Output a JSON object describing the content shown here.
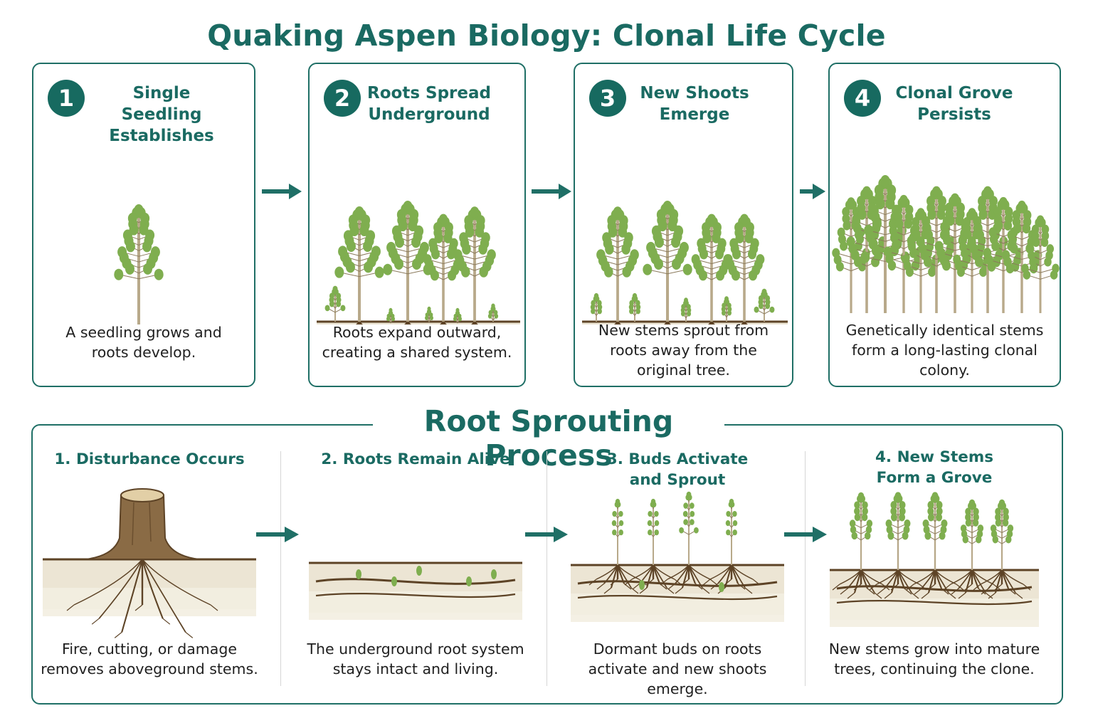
{
  "title": "Quaking Aspen Biology: Clonal Life Cycle",
  "colors": {
    "accent": "#1a6a62",
    "leaf": "#7fae4f",
    "root": "#5d4326",
    "soil": "#e6dcc6"
  },
  "stages": [
    {
      "number": "1",
      "title": "Single Seedling\nEstablishes",
      "description": "A seedling grows and\nroots develop."
    },
    {
      "number": "2",
      "title": "Roots Spread\nUnderground",
      "description": "Roots expand outward,\ncreating a shared system."
    },
    {
      "number": "3",
      "title": "New Shoots\nEmerge",
      "description": "New stems sprout from\nroots away from the\noriginal tree."
    },
    {
      "number": "4",
      "title": "Clonal Grove\nPersists",
      "description": "Genetically identical stems\nform a long-lasting clonal\ncolony."
    }
  ],
  "process": {
    "title": "Root Sprouting Process",
    "steps": [
      {
        "title": "1. Disturbance Occurs",
        "description": "Fire, cutting, or damage\nremoves aboveground stems."
      },
      {
        "title": "2. Roots Remain Alive",
        "description": "The underground root system\nstays intact and living."
      },
      {
        "title": "3. Buds Activate\nand Sprout",
        "description": "Dormant buds on roots\nactivate and new shoots\nemerge."
      },
      {
        "title": "4. New Stems\nForm a Grove",
        "description": "New stems grow into mature\ntrees, continuing the clone."
      }
    ]
  }
}
